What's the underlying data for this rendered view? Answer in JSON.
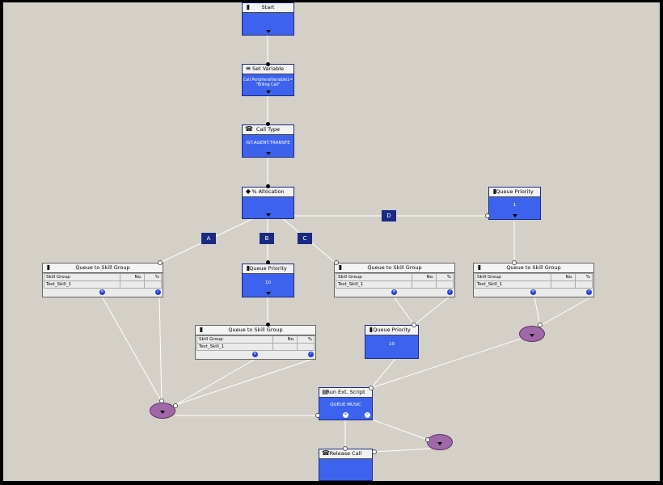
{
  "nodes": {
    "start": {
      "title": "Start"
    },
    "set_variable": {
      "title": "Set Variable",
      "line1": "Call.PeripheralVariable1=",
      "line2": "\"Billing Call\""
    },
    "call_type": {
      "title": "Call Type",
      "value": "IST.AGENT.TRANSFE"
    },
    "allocation": {
      "title": "% Allocation"
    },
    "queue_priority_right": {
      "title": "Queue Priority",
      "value": "1"
    },
    "queue_priority_mid": {
      "title": "Queue Priority",
      "value": "10"
    },
    "queue_priority_lower": {
      "title": "Queue Priority",
      "value": "10"
    },
    "run_ext_script": {
      "title": "Run Ext. Script",
      "value": "QUEUE MUSIC"
    },
    "release_call": {
      "title": "Release Call"
    }
  },
  "skill_group_table": {
    "title": "Queue to Skill Group",
    "col_group": "Skill Group",
    "col_no": "No.",
    "col_pct": "%",
    "row_value": "Test_Skill_1"
  },
  "branch_labels": {
    "a": "A",
    "b": "B",
    "c": "C",
    "d": "D"
  },
  "colors": {
    "node_blue": "#3d63ee",
    "canvas": "#d4d0c8",
    "oval": "#a068a8",
    "label": "#1a2a80"
  }
}
